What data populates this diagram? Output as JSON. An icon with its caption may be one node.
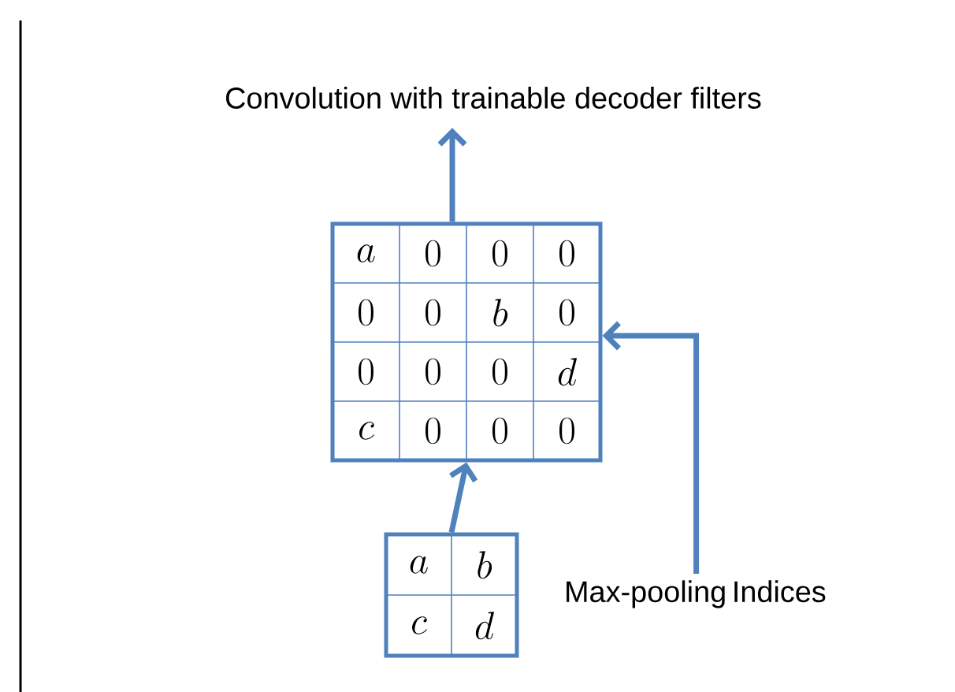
{
  "diagram": {
    "nodes": [
      {
        "text": [
          "Convolution with trainable decoder filters"
        ]
      },
      {
        "text": [
          "a",
          "0",
          "0",
          "0",
          "0",
          "0",
          "b",
          "0",
          "0",
          "0",
          "0",
          "d",
          "c",
          "0",
          "0",
          "0"
        ]
      },
      {
        "text": [
          "a",
          "b",
          "c",
          "d"
        ]
      },
      {
        "text": [
          "Max-pooling Indices"
        ]
      }
    ],
    "edges": [
      {
        "from": 1,
        "to": 0,
        "arrow": "to"
      },
      {
        "from": 2,
        "to": 1,
        "arrow": "to"
      },
      {
        "from": 3,
        "to": 1,
        "arrow": "to"
      }
    ]
  }
}
